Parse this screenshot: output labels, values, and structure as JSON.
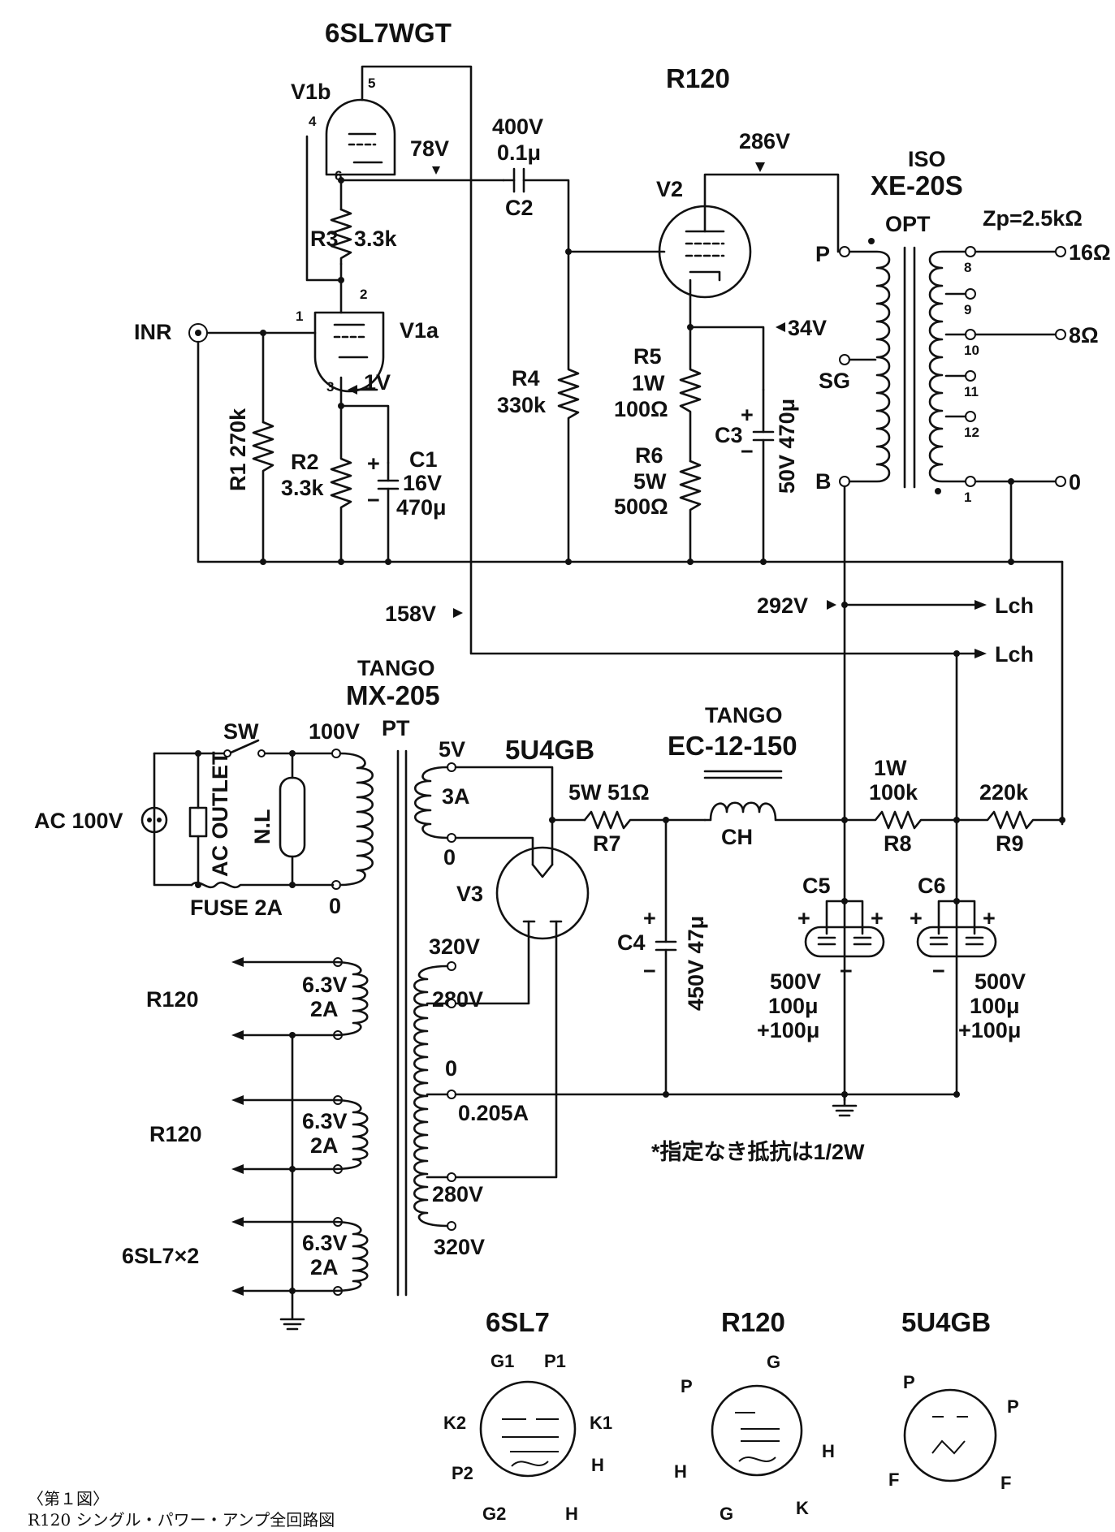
{
  "title": "6SL7WGT",
  "v1b_label": "V1b",
  "v1a_label": "V1a",
  "v2_label": "V2",
  "v3_label": "V3",
  "r120_top": "R120",
  "input_label": "INR",
  "voltages": {
    "v1_plate": "78V",
    "v1_cathode": "1V",
    "v2_plate": "286V",
    "v2_cathode": "34V",
    "b158": "158V",
    "b292": "292V"
  },
  "c2": {
    "volt": "400V",
    "val": "0.1μ",
    "name": "C2"
  },
  "r3": "R3",
  "r3_val": "3.3k",
  "r1": "R1 270k",
  "r2": "R2",
  "r2_val": "3.3k",
  "c1": {
    "name": "C1",
    "volt": "16V",
    "val": "470μ"
  },
  "r4": "R4",
  "r4_val": "330k",
  "r5": {
    "name": "R5",
    "w": "1W",
    "val": "100Ω"
  },
  "r6": {
    "name": "R6",
    "w": "5W",
    "val": "500Ω"
  },
  "c3": {
    "name": "C3",
    "val": "50V 470μ"
  },
  "opt": {
    "maker": "ISO",
    "model": "XE-20S",
    "type": "OPT",
    "zp": "Zp=2.5kΩ",
    "p": "P",
    "sg": "SG",
    "b": "B",
    "o16": "16Ω",
    "o8": "8Ω",
    "o0": "0",
    "taps": [
      "8",
      "9",
      "10",
      "11",
      "12",
      "1"
    ]
  },
  "lch": "Lch",
  "pt": {
    "maker": "TANGO",
    "model": "MX-205",
    "type": "PT",
    "sw": "SW",
    "v100": "100V",
    "zero": "0",
    "outlet": "AC OUTLET",
    "nl": "N.L",
    "fuse": "FUSE 2A",
    "ac": "AC 100V",
    "v5": "5V",
    "a3": "3A",
    "z0": "0",
    "v320": "320V",
    "v280": "280V",
    "c0": "0",
    "ma": "0.205A",
    "v280b": "280V",
    "v320b": "320V",
    "h1": "6.3V",
    "h1a": "2A",
    "h2": "6.3V",
    "h2a": "2A",
    "h3": "6.3V",
    "h3a": "2A",
    "load1": "R120",
    "load2": "R120",
    "load3": "6SL7×2"
  },
  "rect": "5U4GB",
  "r7": {
    "name": "R7",
    "val": "5W 51Ω"
  },
  "choke": {
    "maker": "TANGO",
    "model": "EC-12-150",
    "name": "CH"
  },
  "r8": {
    "name": "R8",
    "w": "1W",
    "val": "100k"
  },
  "r9": {
    "name": "R9",
    "val": "220k"
  },
  "c4": {
    "name": "C4",
    "val": "450V 47μ"
  },
  "c5": {
    "name": "C5",
    "v": "500V",
    "a": "100μ",
    "b": "+100μ"
  },
  "c6": {
    "name": "C6",
    "v": "500V",
    "a": "100μ",
    "b": "+100μ"
  },
  "note": "*指定なき抵抗は1/2W",
  "bases": {
    "b1": {
      "name": "6SL7",
      "pins": [
        "G1",
        "P1",
        "K2",
        "K1",
        "P2",
        "H",
        "G2",
        "H"
      ]
    },
    "b2": {
      "name": "R120",
      "pins": [
        "G",
        "P",
        "H",
        "H",
        "G",
        "K"
      ]
    },
    "b3": {
      "name": "5U4GB",
      "pins": [
        "P",
        "P",
        "F",
        "F"
      ]
    }
  },
  "caption1": "〈第１図〉",
  "caption2": "R120 シングル・パワー・アンプ全回路図"
}
